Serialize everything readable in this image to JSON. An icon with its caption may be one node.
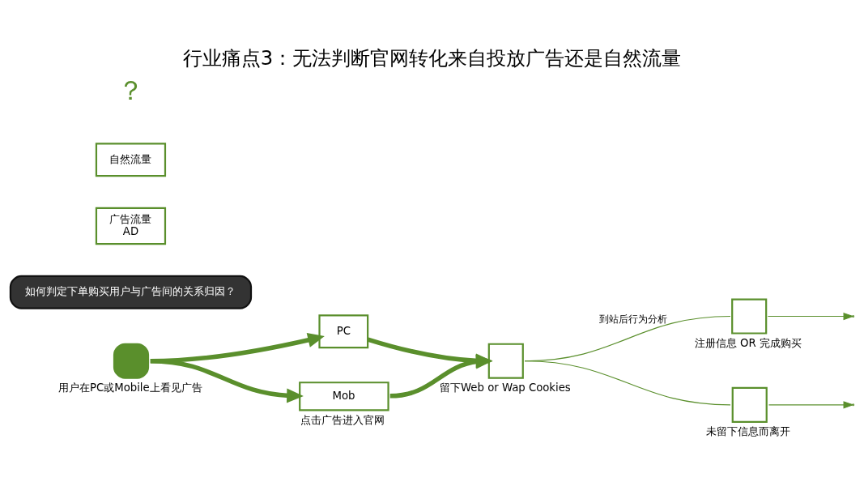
{
  "diagram": {
    "title": "行业痛点3：无法判断官网转化来自投放广告还是自然流量",
    "nodes": [
      {
        "text": [],
        "shape": "person",
        "beside": [
          "用户在PC或Mobile上看见广告"
        ]
      },
      {
        "text": [
          "PC"
        ]
      },
      {
        "text": [
          "Mob"
        ],
        "beside": [
          "点击广告进入官网"
        ]
      },
      {
        "text": [],
        "shape": "box",
        "beside": [
          "留下Web or Wap Cookies"
        ]
      },
      {
        "text": [],
        "shape": "box",
        "beside": [
          "注册信息 OR 完成购买"
        ]
      },
      {
        "text": [],
        "shape": "box",
        "beside": [
          "未留下信息而离开"
        ]
      },
      {
        "text": [
          "如何判定下单购买用户与广告间的关系归因？"
        ]
      },
      {
        "text": [
          "广告流量",
          "AD"
        ]
      },
      {
        "text": [
          "自然流量"
        ]
      }
    ],
    "edges": [
      {
        "from": 0,
        "to": 1,
        "arrow": "to",
        "style": "thick"
      },
      {
        "from": 0,
        "to": 2,
        "arrow": "to",
        "style": "thick"
      },
      {
        "from": 1,
        "to": 3,
        "arrow": "to",
        "style": "thick"
      },
      {
        "from": 2,
        "to": 3,
        "arrow": "to",
        "style": "thick"
      },
      {
        "from": 3,
        "to": 4,
        "arrow": "none",
        "label": "到站后行为分析"
      },
      {
        "from": 3,
        "to": 5,
        "arrow": "none"
      },
      {
        "from": 4,
        "to": null,
        "arrow": "to"
      },
      {
        "from": 5,
        "to": null,
        "arrow": "to"
      }
    ],
    "labels": [
      "？"
    ]
  }
}
